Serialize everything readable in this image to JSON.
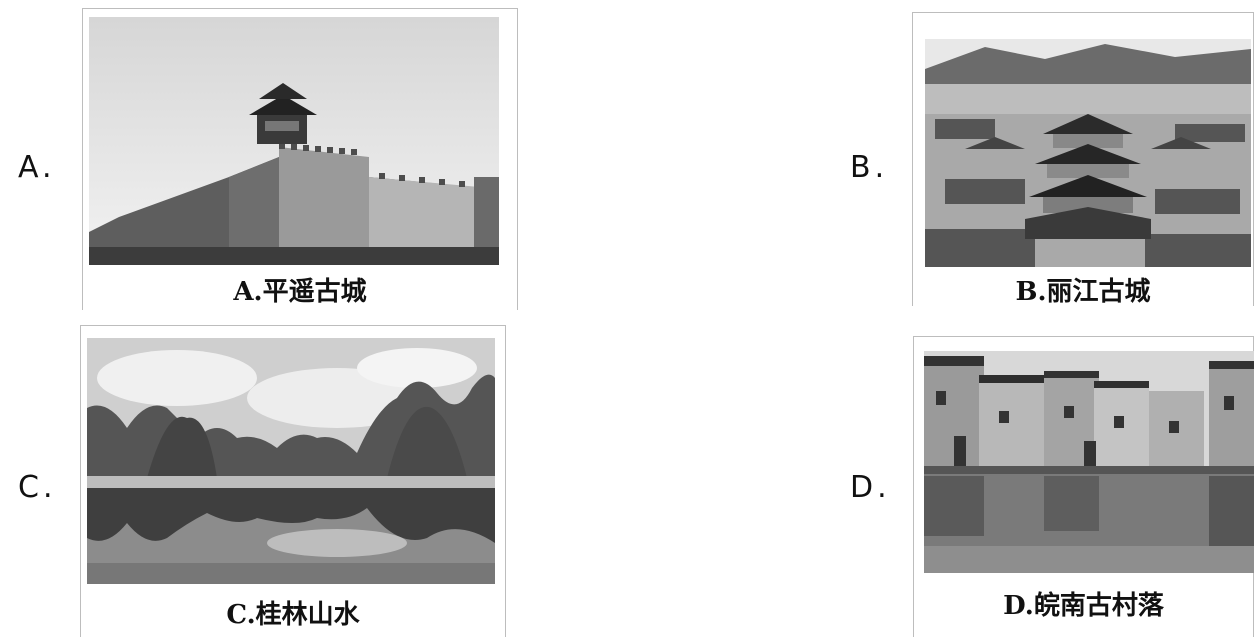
{
  "options": [
    {
      "letter": "A.",
      "caption": "A.平遥古城"
    },
    {
      "letter": "B.",
      "caption": "B.丽江古城"
    },
    {
      "letter": "C.",
      "caption": "C.桂林山水"
    },
    {
      "letter": "D.",
      "caption": "D.皖南古村落"
    }
  ]
}
